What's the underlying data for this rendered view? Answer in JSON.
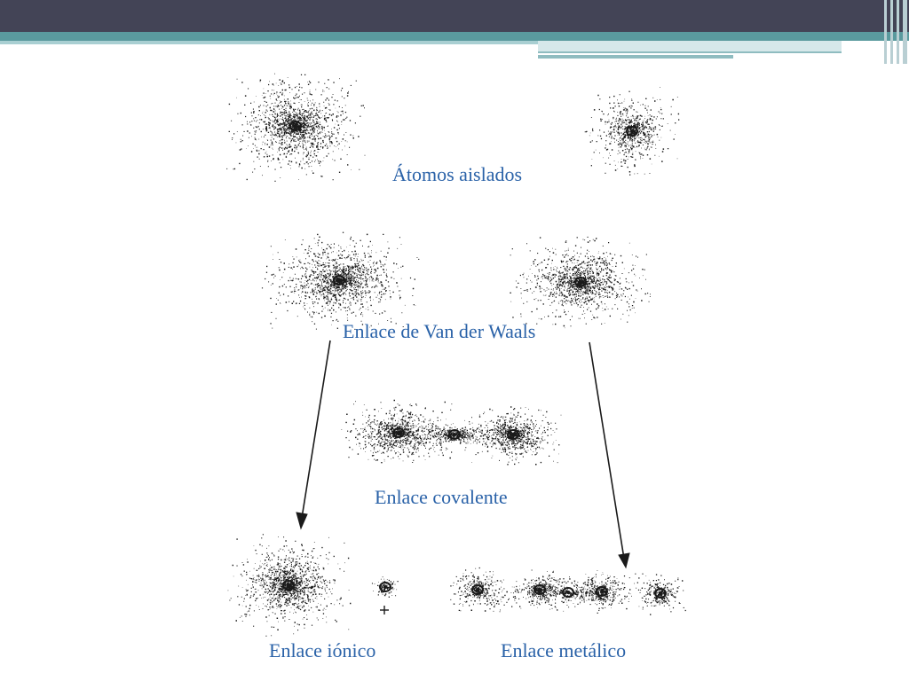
{
  "labels": {
    "isolated": "Átomos aislados",
    "van_der_waals": "Enlace de Van der Waals",
    "covalent": "Enlace covalente",
    "ionic": "Enlace iónico",
    "metallic": "Enlace metálico"
  },
  "colors": {
    "label": "#2a62a8",
    "top_bar": "#434456",
    "accent_teal": "#5a9a9e",
    "accent_light": "#a9cfd2",
    "dots": "#1a1a1a"
  }
}
